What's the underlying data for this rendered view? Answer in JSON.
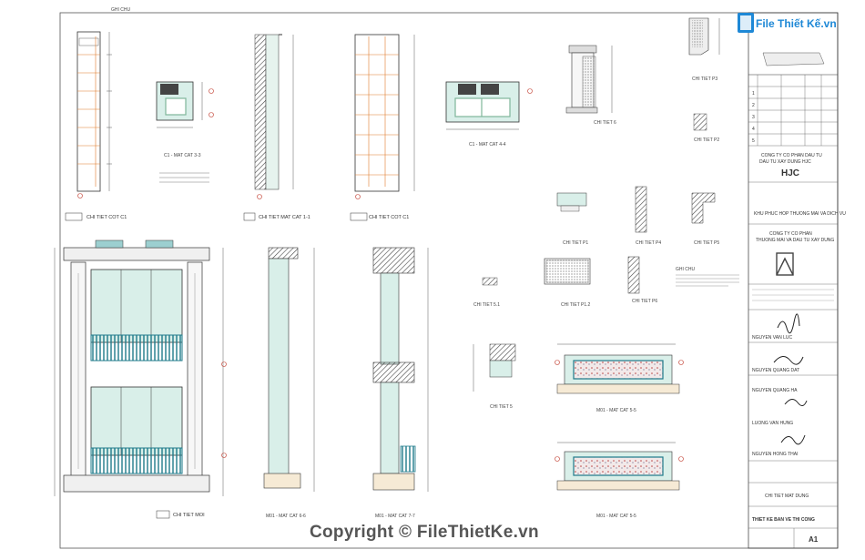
{
  "sheet_header": "GHI CHU",
  "details": {
    "column_c1": "CHI TIET COT C1",
    "section_s11": "C1 - MAT CAT 3-3",
    "section_11": "CHI TIET MAT CAT 1-1",
    "column_detail": "CHI TIET COT C1",
    "section_44": "C1 - MAT CAT 4-4",
    "detail_6": "CHI TIET 6",
    "detail_p3": "CHI TIET P3",
    "detail_p2": "CHI TIET P2",
    "detail_p1": "CHI TIET P1",
    "detail_p4": "CHI TIET P4",
    "detail_p5": "CHI TIET P5",
    "detail_p12": "CHI TIET P1.2",
    "detail_p6": "CHI TIET P6",
    "detail_51": "CHI TIET 5.1",
    "detail_5": "CHI TIET 5",
    "elevation": "CHI TIET MOI",
    "section_66": "M01 - MAT CAT 6-6",
    "section_77": "M01 - MAT CAT 7-7",
    "section_55": "M01 - MAT CAT 5-5",
    "section_mm": "M01 - MAT CAT 5-5",
    "notes_title": "GHI CHU"
  },
  "title_block": {
    "company1_a": "CONG TY CO PHAN DAU TU",
    "company1_b": "DAU TU XAY DUNG HJC",
    "brand1": "HJC",
    "project": "KHU PHUC HOP THUONG MAI VA DICH VU",
    "company2_a": "CONG TY CO PHAN",
    "company2_b": "THUONG MAI VA DAU TU XAY DUNG",
    "sign1": "NGUYEN VAN LUC",
    "sign2": "NGUYEN QUANG DAT",
    "sign3": "NGUYEN QUANG HA",
    "sign4": "LUONG VAN HUNG",
    "sign5": "NGUYEN HONG THAI",
    "drawing_name": "CHI TIET MAT DUNG",
    "phase": "THIET KE BAN VE THI CONG",
    "sheet_no": "A1",
    "row_labels": [
      "1",
      "2",
      "3",
      "4",
      "5"
    ]
  },
  "watermark": {
    "logo_text": "File Thiết Kế.vn",
    "copyright": "Copyright © FileThietKe.vn"
  },
  "colors": {
    "line": "#333333",
    "glass": "#d9efe9",
    "balcony": "#1e7a8a",
    "hatch": "#555555",
    "redmark": "#c0392b",
    "accent_green": "#7fb69a",
    "orange": "#e07a2a",
    "logo_blue": "#1e88d6"
  }
}
